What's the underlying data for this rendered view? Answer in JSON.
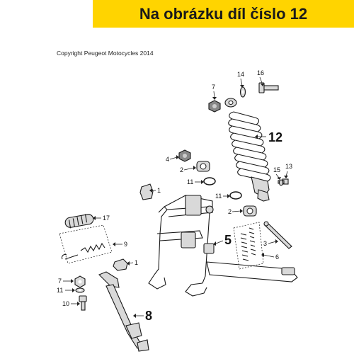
{
  "banner": {
    "text": "Na obrázku díl číslo 12",
    "color": "#FFD400"
  },
  "copyright": "Copyright Peugeot Motocycles 2014",
  "callouts": {
    "c1a": "1",
    "c1b": "1",
    "c2a": "2",
    "c2b": "2",
    "c3": "3",
    "c4": "4",
    "c5": "5",
    "c6": "6",
    "c7a": "7",
    "c7b": "7",
    "c8": "8",
    "c9": "9",
    "c10": "10",
    "c11a": "11",
    "c11b": "11",
    "c11c": "11",
    "c12": "12",
    "c13": "13",
    "c14": "14",
    "c15": "15",
    "c16": "16",
    "c17": "17"
  }
}
